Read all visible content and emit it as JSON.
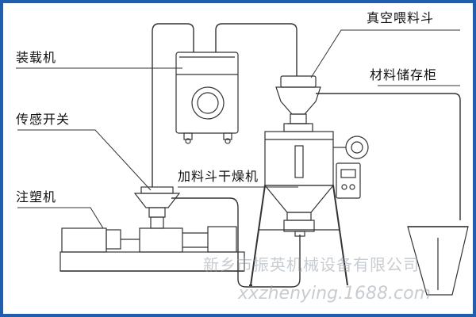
{
  "labels": {
    "vacuum_hopper": "真空喂料斗",
    "loader": "装载机",
    "storage_bin": "材料储存柜",
    "sensor_switch": "传感开关",
    "dryer_hopper": "加料斗干燥机",
    "injection_machine": "注塑机"
  },
  "watermark": {
    "company": "新乡市振英机械设备有限公司",
    "url": "xxzhenying.1688.com"
  },
  "colors": {
    "frame": "#1f5fae",
    "line": "#333333"
  }
}
